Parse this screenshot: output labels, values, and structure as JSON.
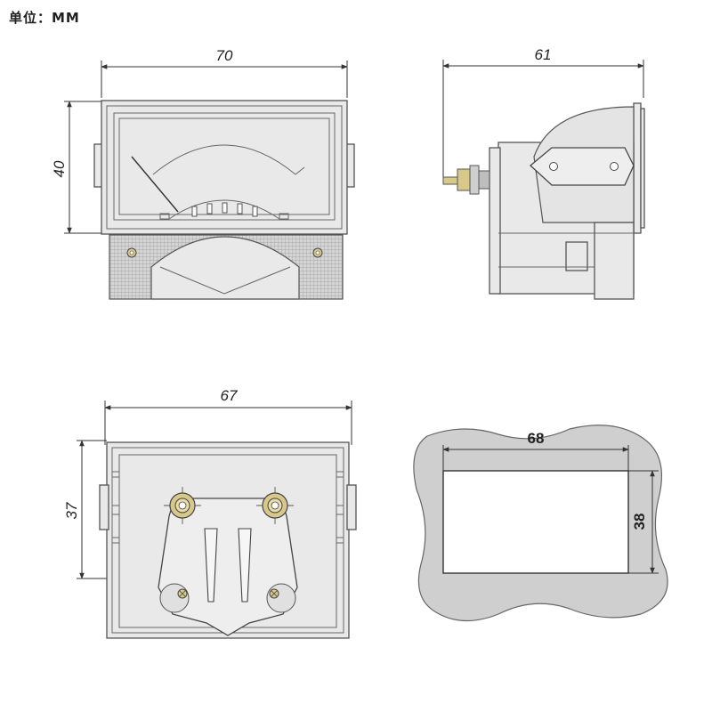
{
  "unit_label": "单位：MM",
  "front_view": {
    "width_dim": "70",
    "height_dim": "40"
  },
  "side_view": {
    "depth_dim": "61"
  },
  "rear_view": {
    "width_dim": "67",
    "height_dim": "37"
  },
  "cutout_view": {
    "width_dim": "68",
    "height_dim": "38"
  },
  "colors": {
    "body": "#e9e9e9",
    "line": "#555555",
    "terminal": "#d8c88a"
  }
}
